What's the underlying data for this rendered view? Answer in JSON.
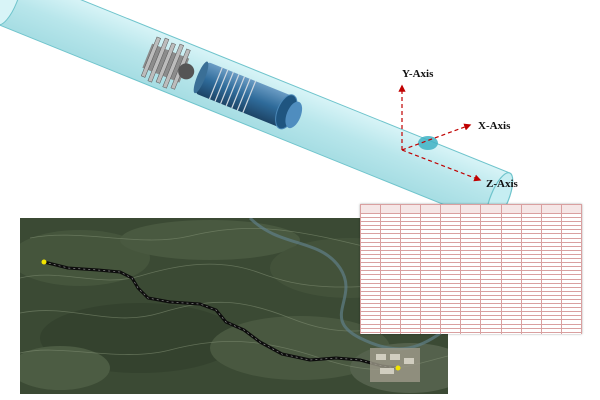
{
  "figure": {
    "tool_illustration": {
      "axes": {
        "y_label": "Y-Axis",
        "x_label": "X-Axis",
        "z_label": "Z-Axis"
      },
      "colors": {
        "pipe": "#bfe9ee",
        "pipe_edge": "#6fc4cc",
        "tool_body": "#2f6b9a",
        "axis_arrow": "#c00000"
      }
    },
    "map": {
      "colors": {
        "terrain": "#3b4a34",
        "route": "#0d0d0d",
        "marker": "#f2e400"
      }
    },
    "table": {
      "columns": 11,
      "rows": 36,
      "border_color": "#d9a0a0"
    }
  }
}
